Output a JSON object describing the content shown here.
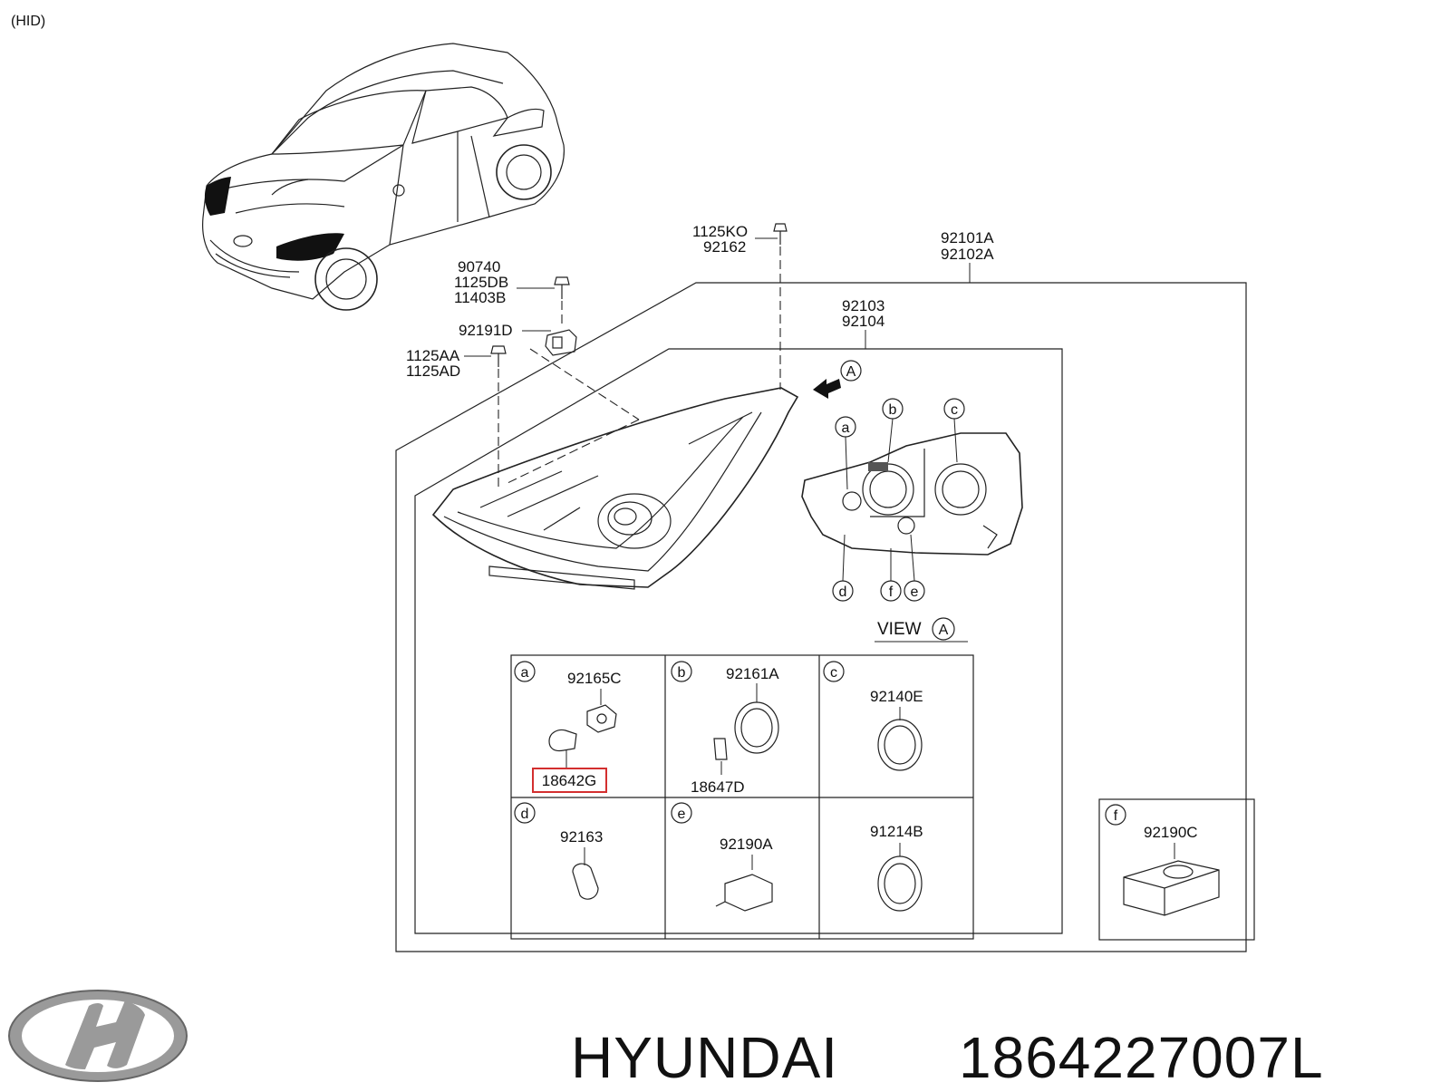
{
  "header": {
    "variant": "(HID)"
  },
  "callouts": {
    "bolt_top": [
      "1125KO",
      "92162"
    ],
    "assembly": [
      "92101A",
      "92102A"
    ],
    "bracket_bolt": [
      "90740",
      "1125DB",
      "11403B"
    ],
    "bracket": "92191D",
    "lower_bolt": [
      "1125AA",
      "1125AD"
    ],
    "housing": [
      "92103",
      "92104"
    ]
  },
  "view": {
    "arrow_label": "A",
    "view_text": "VIEW",
    "view_letter": "A",
    "markers": [
      "a",
      "b",
      "c",
      "d",
      "e",
      "f"
    ]
  },
  "parts_table": {
    "cells": [
      {
        "letter": "a",
        "parts": [
          "92165C",
          "18642G"
        ],
        "highlighted": "18642G"
      },
      {
        "letter": "b",
        "parts": [
          "92161A",
          "18647D"
        ]
      },
      {
        "letter": "c",
        "parts": [
          "92140E"
        ]
      },
      {
        "letter": "d",
        "parts": [
          "92163"
        ]
      },
      {
        "letter": "e",
        "parts": [
          "92190A"
        ]
      },
      {
        "letter": "",
        "parts": [
          "91214B"
        ]
      }
    ],
    "side_cell": {
      "letter": "f",
      "parts": [
        "92190C"
      ]
    }
  },
  "footer": {
    "brand": "HYUNDAI",
    "part_number": "1864227007L"
  },
  "colors": {
    "highlight": "#d32f2f",
    "ink": "#111111",
    "logo_gray": "#9a9a9a"
  }
}
